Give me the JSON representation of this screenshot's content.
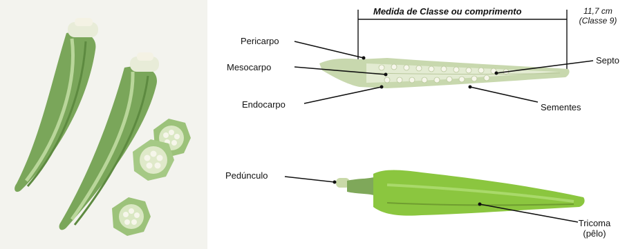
{
  "measurement": {
    "title": "Medida de Classe ou comprimento",
    "value": "11,7 cm",
    "class_note": "(Classe 9)"
  },
  "labels": {
    "pericarpo": "Pericarpo",
    "mesocarpo": "Mesocarpo",
    "endocarpo": "Endocarpo",
    "septo": "Septo",
    "sementes": "Sementes",
    "pedunculo": "Pedúnculo",
    "tricoma": "Tricoma",
    "tricoma_note": "(pêlo)"
  },
  "colors": {
    "photo_background": "#f3f3ee",
    "okra_dark": "#6f9a4e",
    "okra_light": "#b7d293",
    "okra_bright": "#8bc63f",
    "cross_section": "#d9e7c2",
    "seed": "#f6f6ea"
  }
}
